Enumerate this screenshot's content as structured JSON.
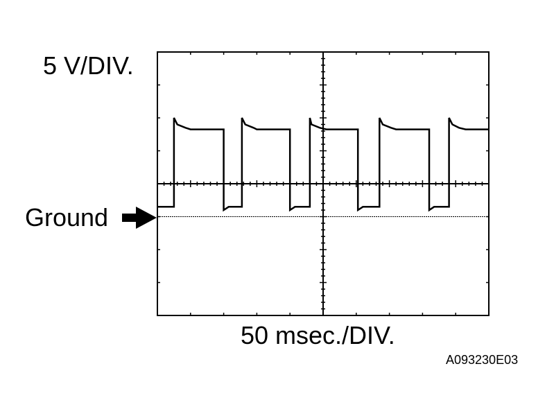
{
  "chart_data": {
    "type": "line",
    "title": "",
    "y_scale_label": "5 V/DIV.",
    "x_scale_label": "50 msec./DIV.",
    "ground_label": "Ground",
    "figure_code": "A093230E03",
    "divisions": {
      "x": 10,
      "y": 8
    },
    "x_range_div": [
      0,
      10
    ],
    "y_range_div": [
      -4,
      4
    ],
    "ground_level_div": -1,
    "x_unit": "ms",
    "y_unit": "V",
    "x_per_div": 50,
    "y_per_div": 5,
    "grid": false,
    "series": [
      {
        "x": [
          0,
          0.2,
          0.5,
          0.5,
          0.6,
          0.85,
          1.0,
          2.0,
          2.0,
          2.15,
          2.55,
          2.55,
          2.65,
          2.9,
          3.0,
          4.0,
          4.0,
          4.15,
          4.6,
          4.6,
          4.65,
          4.9,
          5.1,
          6.05,
          6.05,
          6.2,
          6.7,
          6.7,
          6.8,
          7.05,
          7.2,
          8.2,
          8.2,
          8.35,
          8.8,
          8.8,
          8.9,
          9.1,
          9.3,
          10.0
        ],
        "y": [
          -0.7,
          -0.7,
          -0.7,
          2.0,
          1.8,
          1.7,
          1.65,
          1.65,
          -0.8,
          -0.7,
          -0.7,
          2.0,
          1.8,
          1.7,
          1.65,
          1.65,
          -0.8,
          -0.7,
          -0.7,
          2.0,
          1.8,
          1.7,
          1.65,
          1.65,
          -0.8,
          -0.7,
          -0.7,
          2.0,
          1.8,
          1.7,
          1.65,
          1.65,
          -0.8,
          -0.7,
          -0.7,
          2.0,
          1.8,
          1.7,
          1.65,
          1.65
        ]
      }
    ]
  },
  "colors": {
    "trace": "#000000",
    "frame": "#000000",
    "background": "#ffffff"
  },
  "icons": {
    "ground_marker": "arrow-right-icon"
  }
}
